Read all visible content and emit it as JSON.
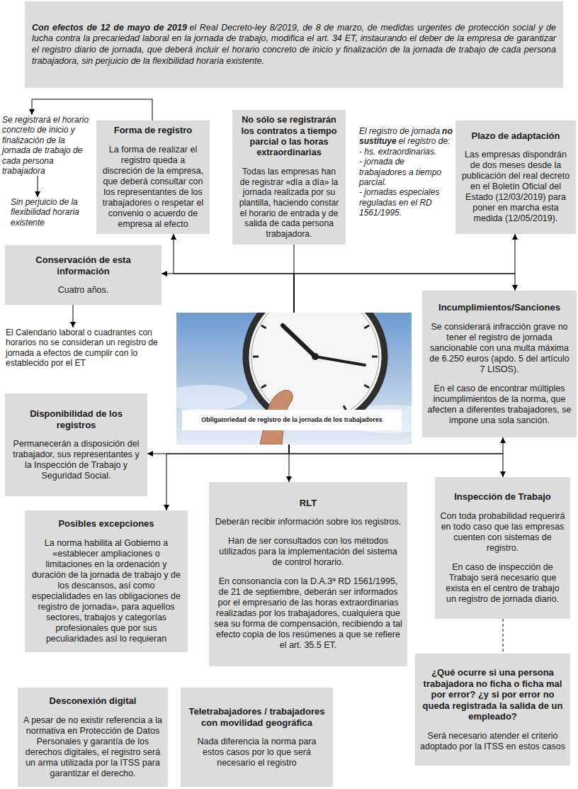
{
  "diagram": {
    "nodes": [
      {
        "text": [
          "Con efectos de 12 de mayo de 2019",
          "el Real Decreto-ley 8/2019, de 8 de marzo, de medidas urgentes de protección social y de lucha contra la precariedad laboral en la jornada de trabajo, modifica el art. 34 ET, instaurando el deber de la empresa de garantizar el registro diario de jornada, que deberá incluir el horario concreto de inicio y finalización de la jornada de trabajo de cada persona trabajadora, sin perjuicio de la flexibilidad horaria existente."
        ]
      },
      {
        "text": [
          "Se registrará el horario concreto de inicio y finalización de la jornada de trabajo de cada persona trabajadora"
        ]
      },
      {
        "text": [
          "Sin perjuicio de la flexibilidad horaria existente"
        ]
      },
      {
        "text": [
          "Forma de registro",
          "La forma de realizar el registro queda a discreción de la empresa, que deberá consultar con los representantes de los trabajadores o respetar el convenio o acuerdo de empresa al efecto"
        ]
      },
      {
        "text": [
          "No sólo se registrarán los contratos a tiempo parcial o las horas extraordinarias",
          "Todas las empresas han de registrar «día a día» la jornada realizada por su plantilla, haciendo constar el horario de entrada y de salida de cada persona trabajadora."
        ]
      },
      {
        "text": [
          "Plazo de adaptación",
          "Las empresas dispondrán de dos meses desde la publicación del real decreto en el Boletín Oficial del Estado (12/03/2019) para poner en marcha esta medida (12/05/2019)."
        ]
      },
      {
        "text": [
          "Conservación de esta información",
          "Cuatro años."
        ]
      },
      {
        "text": [
          "El Calendario laboral o cuadrantes con horarios no se consideran un registro de jornada a efectos de cumplir con lo establecido por el ET"
        ]
      },
      {
        "text": [
          "Incumplimientos/Sanciones",
          "Se considerará infracción grave no tener el registro de jornada sancionable con una multa máxima de 6.250 euros (apdo. 5 del artículo 7 LISOS).",
          "En el caso de encontrar múltiples incumplimientos de la norma, que afecten a diferentes trabajadores, se impone una sola sanción."
        ]
      },
      {
        "text": [
          "Obligatoriedad de registro de la jornada de los trabajadores"
        ]
      },
      {
        "text": [
          "Disponibilidad de los registros",
          "Permanecerán a disposición del trabajador, sus representantes y la Inspección de Trabajo y Seguridad Social."
        ]
      },
      {
        "text": [
          "Posibles excepciones",
          "La norma habilita al Gobierno a «establecer ampliaciones o limitaciones en la ordenación y duración de la jornada de trabajo y de los descansos, así como especialidades en las obligaciones de registro de jornada», para aquellos sectores, trabajos y categorías profesionales que por sus peculiaridades así lo requieran"
        ]
      },
      {
        "text": [
          "RLT",
          "Deberán recibir información sobre los registros.",
          "Han de ser consultados con los métodos utilizados para la implementación del sistema de control horario.",
          "En consonancia con la D.A.3ª RD 1561/1995, de 21 de septiembre, deberán ser informados por el empresario de las horas extraordinarias realizadas por los trabajadores, cualquiera que sea su forma de compensación, recibiendo a tal efecto copia de los resúmenes a que se refiere el art. 35.5 ET."
        ]
      },
      {
        "text": [
          "Inspección de Trabajo",
          "Con toda probabilidad requerirá en todo caso que las empresas cuenten con sistemas de registro.",
          "En caso de inspección de Trabajo será necesario que exista en el centro de trabajo un registro de jornada diario."
        ]
      },
      {
        "text": [
          "¿Qué ocurre si una persona trabajadora no ficha o ficha mal por error? ¿y si por error no queda registrada la salida de un empleado?",
          "Será necesario atender el criterio adoptado por la ITSS en estos casos"
        ]
      },
      {
        "text": [
          "Desconexión digital",
          "A pesar de no existir referencia a la normativa en Protección de Datos Personales y garantía de los derechos digitales, el registro será un arma utilizada por la ITSS para garantizar el derecho."
        ]
      },
      {
        "text": [
          "Teletrabajadores / trabajadores con movilidad geográfica",
          "Nada diferencia la norma para estos casos por lo que será necesario el registro"
        ]
      }
    ],
    "edges": [
      {
        "from": 3,
        "to": 1,
        "arrow": "to"
      },
      {
        "from": 1,
        "to": 2,
        "arrow": "to"
      },
      {
        "from": 9,
        "to": 3,
        "arrow": "to"
      },
      {
        "from": 9,
        "to": 4,
        "arrow": "none"
      },
      {
        "from": 9,
        "to": 6,
        "arrow": "to"
      },
      {
        "from": 9,
        "to": 5,
        "arrow": "to"
      },
      {
        "from": 9,
        "to": 8,
        "arrow": "to"
      },
      {
        "from": 6,
        "to": 7,
        "arrow": "to"
      },
      {
        "from": 9,
        "to": 10,
        "arrow": "to"
      },
      {
        "from": 9,
        "to": 11,
        "arrow": "to"
      },
      {
        "from": 9,
        "to": 12,
        "arrow": "to"
      },
      {
        "from": 9,
        "to": 8,
        "arrow": "to"
      },
      {
        "from": 9,
        "to": 13,
        "arrow": "to"
      },
      {
        "from": 13,
        "to": 14,
        "arrow": "none"
      }
    ],
    "labels": [
      "El registro de jornada",
      "no sustituye",
      "el registro de:",
      "- hs. extraordinarias.",
      "- jornada de trabajadores a tiempo parcial.",
      "- jornadas especiales reguladas en el RD 1561/1995."
    ]
  }
}
